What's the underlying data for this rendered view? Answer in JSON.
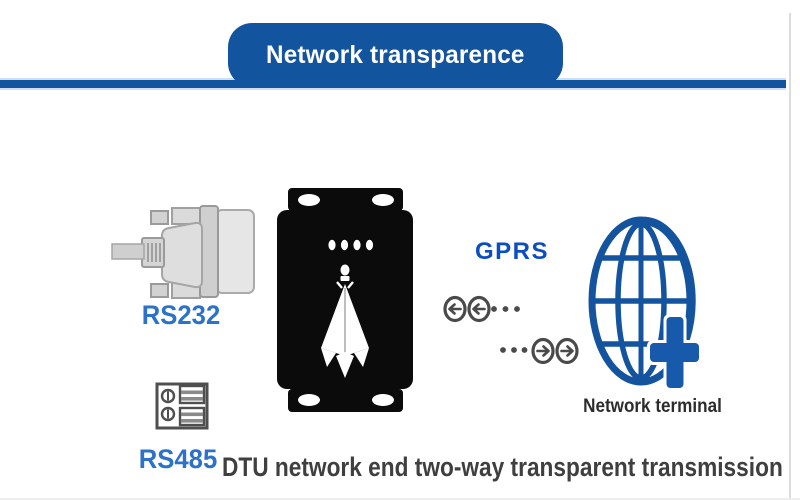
{
  "banner": {
    "title": "Network transparence"
  },
  "interfaces": {
    "rs232_label": "RS232",
    "rs485_label": "RS485"
  },
  "network": {
    "gprs_label": "GPRS",
    "terminal_label": "Network terminal"
  },
  "caption": "DTU network end two-way transparent transmission",
  "icons": {
    "rs232_icon": "db9-serial-connector-icon",
    "rs485_icon": "terminal-block-icon",
    "dtu_icon": "dtu-modem-device-icon",
    "signal_icon": "two-way-signal-arrows-icon",
    "terminal_icon": "globe-plus-icon"
  },
  "colors": {
    "banner_blue": "#13549f",
    "divider_blue": "#13549f",
    "divider_edge": "#cfdff0",
    "interface_label_blue": "#2b72c8",
    "gprs_blue": "#0c4ec2",
    "globe_blue": "#14549e",
    "plus_blue": "#175aab",
    "arrow_gray": "#4a4a4a",
    "caption_gray": "#3f3f3f",
    "terminal_text": "#2c2c2c",
    "device_black": "#0b0b0b"
  }
}
